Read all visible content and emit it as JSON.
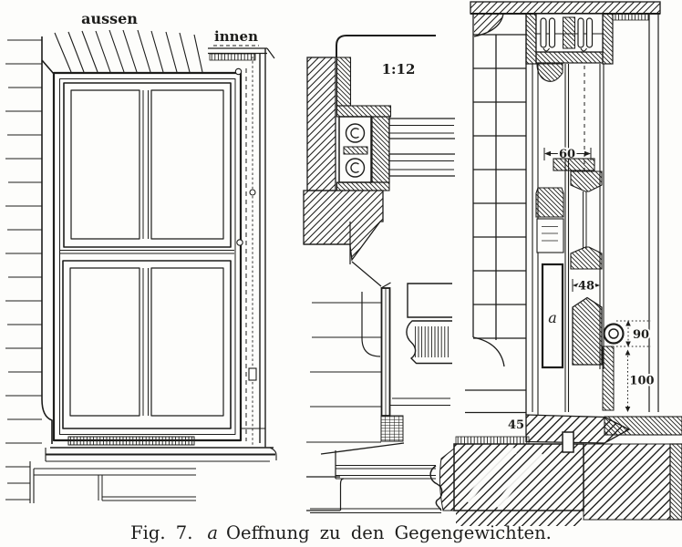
{
  "figure": {
    "caption_fig": "Fig. 7.",
    "caption_key": "a",
    "caption_text": "Oeffnung zu den Gegengewichten."
  },
  "labels": {
    "outside": "aussen",
    "inside": "innen",
    "scale": "1:12",
    "opening": "a"
  },
  "dimensions": {
    "head_width": "60",
    "channel_width": "48",
    "pulley_diameter": "90",
    "weight_drop": "100",
    "sill_height": "45"
  },
  "colors": {
    "ink": "#1d1d1b",
    "paper": "#fdfdfb"
  }
}
